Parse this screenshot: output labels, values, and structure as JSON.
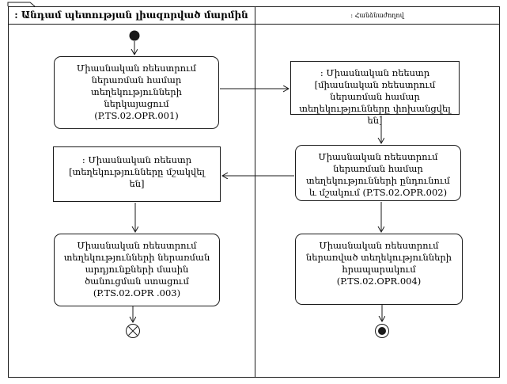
{
  "diagram": {
    "type": "uml-activity-diagram-with-swimlanes",
    "lanes": {
      "left": {
        "label": ": Անդամ պետության լիազորված մարմին"
      },
      "right": {
        "label": ": Հանձնաժողով"
      }
    },
    "nodes": {
      "submit_info": {
        "kind": "action",
        "text": "Միասնական ռեեստրում ներառման համար տեղեկությունների ներկայացում (P.TS.02.OPR.001)"
      },
      "registry_transferred": {
        "kind": "object-state",
        "text": ": Միասնական ռեեստր [միասնական ռեեստրում ներառման համար տեղեկությունները փոխանցվել են]"
      },
      "receive_process_info": {
        "kind": "action",
        "text": "Միասնական ռեեստրում ներառման համար տեղեկությունների ընդունում և մշակում (P.TS.02.OPR.002)"
      },
      "registry_processed": {
        "kind": "object-state",
        "text": ": Միասնական ռեեստր [տեղեկությունները մշակվել են]"
      },
      "receive_notification": {
        "kind": "action",
        "text": "Միասնական ռեեստրում տեղեկությունների ներառման արդյունքների մասին ծանուցման ստացում (P.TS.02.OPR .003)"
      },
      "publish_info": {
        "kind": "action",
        "text": "Միասնական ռեեստրում ներառված տեղեկությունների հրապարակում (P.TS.02.OPR.004)"
      }
    },
    "icons": {
      "initial_node": "filled-circle",
      "flow_final_node": "circled-x",
      "activity_final_node": "bullseye"
    },
    "colors": {
      "line": "#1a1a1a",
      "background": "#ffffff",
      "text": "#000000"
    }
  }
}
